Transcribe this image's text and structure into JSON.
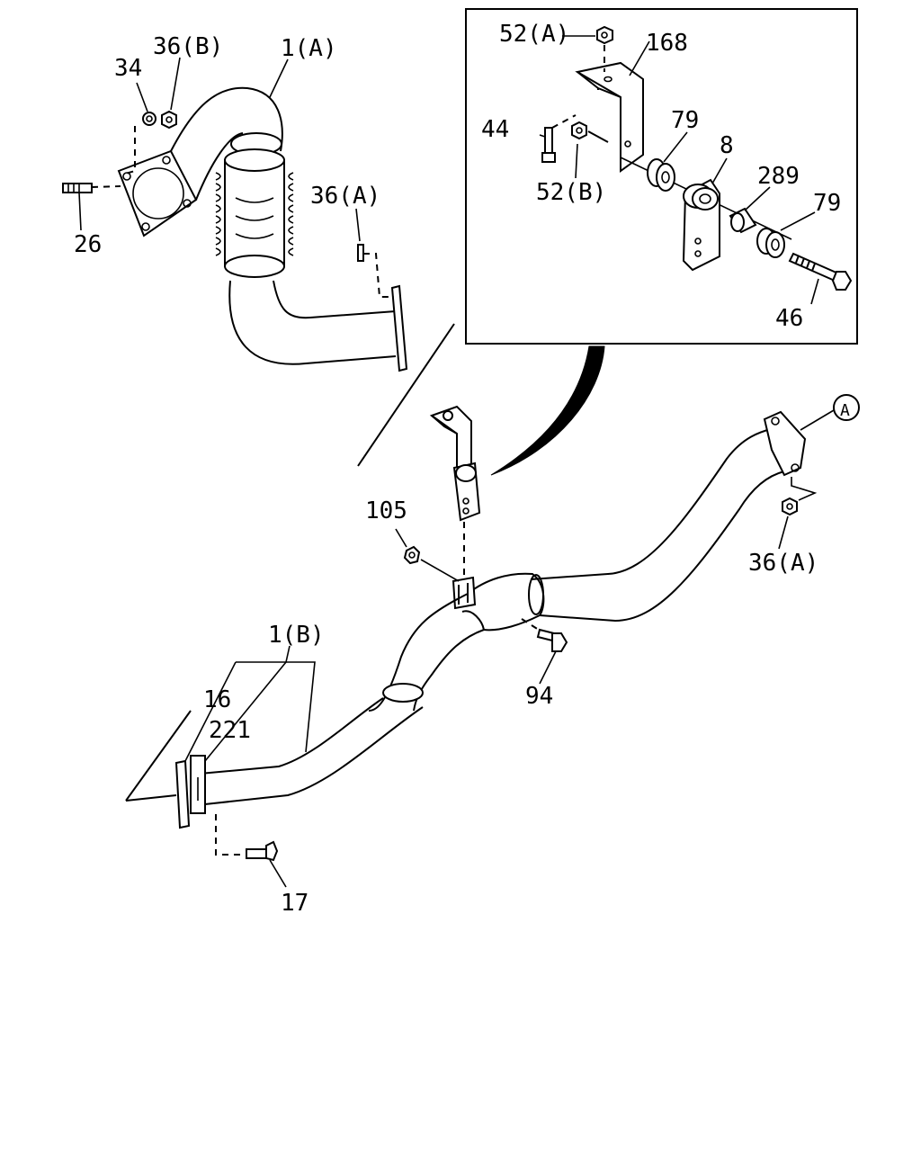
{
  "diagram": {
    "labels": {
      "p52a": "52(A)",
      "p168": "168",
      "p44": "44",
      "p79_top": "79",
      "p8": "8",
      "p289": "289",
      "p79_right": "79",
      "p52b": "52(B)",
      "p46": "46",
      "p36b": "36(B)",
      "p34": "34",
      "p1a": "1(A)",
      "p36a_top": "36(A)",
      "p26": "26",
      "pA": "A",
      "p105": "105",
      "p36a_right": "36(A)",
      "p94": "94",
      "p1b": "1(B)",
      "p16": "16",
      "p221": "221",
      "p17": "17"
    }
  }
}
